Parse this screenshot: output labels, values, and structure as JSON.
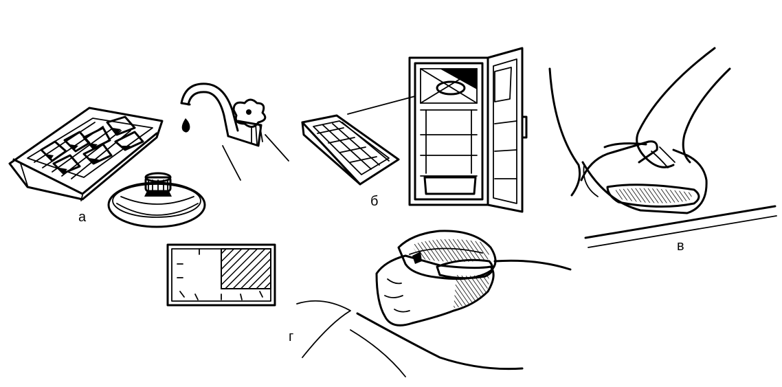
{
  "panels": {
    "a": {
      "label": "а"
    },
    "b": {
      "label": "б"
    },
    "v": {
      "label": "в"
    },
    "g": {
      "label": "г"
    }
  },
  "colors": {
    "ink": "#000000",
    "background": "#ffffff"
  }
}
